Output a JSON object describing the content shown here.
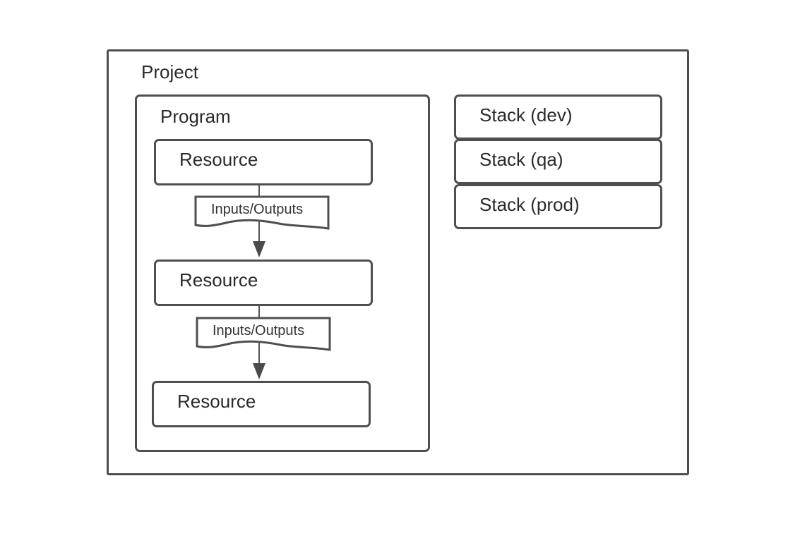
{
  "project": {
    "label": "Project"
  },
  "program": {
    "label": "Program"
  },
  "resources": [
    {
      "label": "Resource"
    },
    {
      "label": "Resource"
    },
    {
      "label": "Resource"
    }
  ],
  "flows": [
    {
      "label": "Inputs/Outputs"
    },
    {
      "label": "Inputs/Outputs"
    }
  ],
  "stacks": [
    {
      "label": "Stack (dev)"
    },
    {
      "label": "Stack (qa)"
    },
    {
      "label": "Stack (prod)"
    }
  ],
  "colors": {
    "border": "#4f4f4f",
    "text": "#2a2a2a",
    "background": "#ffffff"
  }
}
